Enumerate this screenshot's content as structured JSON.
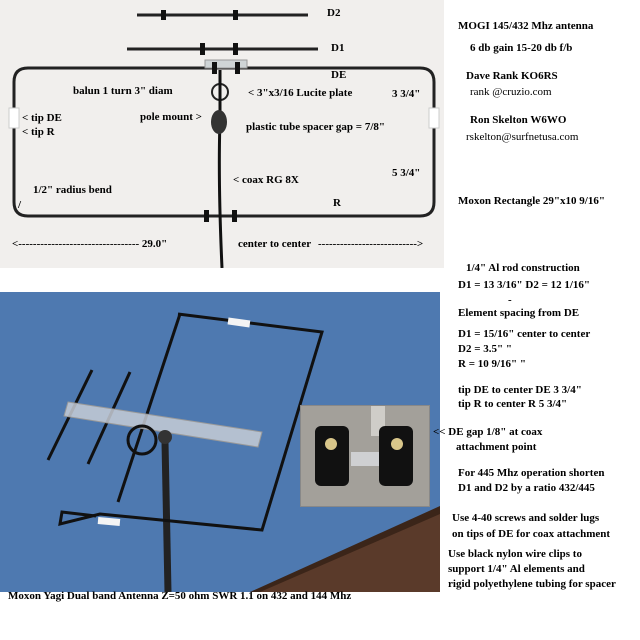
{
  "top_photo": {
    "labels": {
      "d2": "D2",
      "d1": "D1",
      "de": "DE",
      "balun": "balun 1 turn 3\" diam",
      "lucite": "< 3\"x3/16 Lucite plate",
      "dim_de": "3 3/4\"",
      "tip_de": "< tip DE",
      "tip_r": "< tip R",
      "pole_mount": "pole mount >",
      "spacer": "plastic tube spacer gap = 7/8\"",
      "coax": "< coax RG 8X",
      "dim_r": "5 3/4\"",
      "radius": "1/2\" radius bend",
      "slash": "/",
      "r": "R",
      "width_left": "<--------------------------------- 29.0\"",
      "center": "center to center",
      "width_right": "--------------------------->"
    }
  },
  "bottom_caption": "Moxon Yagi Dual band Antenna Z=50 ohm SWR 1.1 on 432 and 144 Mhz",
  "right_column": {
    "title": "MOGI 145/432 Mhz antenna",
    "gain": "6 db gain 15-20 db f/b",
    "author1": "Dave Rank KO6RS",
    "email1": "rank @cruzio.com",
    "author2": "Ron Skelton W6WO",
    "email2": "rskelton@surfnetusa.com",
    "moxon": "Moxon Rectangle 29\"x10 9/16\"",
    "construction": "1/4\" Al rod construction",
    "d1d2": "D1 = 13 3/16\"   D2 = 12 1/16\"",
    "dash": "-",
    "spacing_title": "Element spacing from DE",
    "d1_spacing": "D1 = 15/16\" center to center",
    "d2_spacing": "D2 = 3.5\"          \"",
    "r_spacing": "R = 10 9/16\"        \"",
    "tip_de": "tip DE to center DE  3 3/4\"",
    "tip_r": "tip R to center R  5 3/4\"",
    "de_gap": "<< DE gap 1/8\" at coax",
    "attachment": "attachment point",
    "op1": "For 445 Mhz operation shorten",
    "op2": "D1 and D2 by a ratio 432/445",
    "use1": "Use  4-40 screws and solder lugs",
    "use2": "on tips of DE for coax attachment",
    "use3": "Use black nylon wire clips to",
    "use4": "support 1/4\"  Al  elements and",
    "use5": "rigid polyethylene tubing for spacer"
  },
  "colors": {
    "sky": "#4e79b0",
    "wall": "#f1efed",
    "wood": "#5a3a2a",
    "tape": "#f4f4f4"
  }
}
